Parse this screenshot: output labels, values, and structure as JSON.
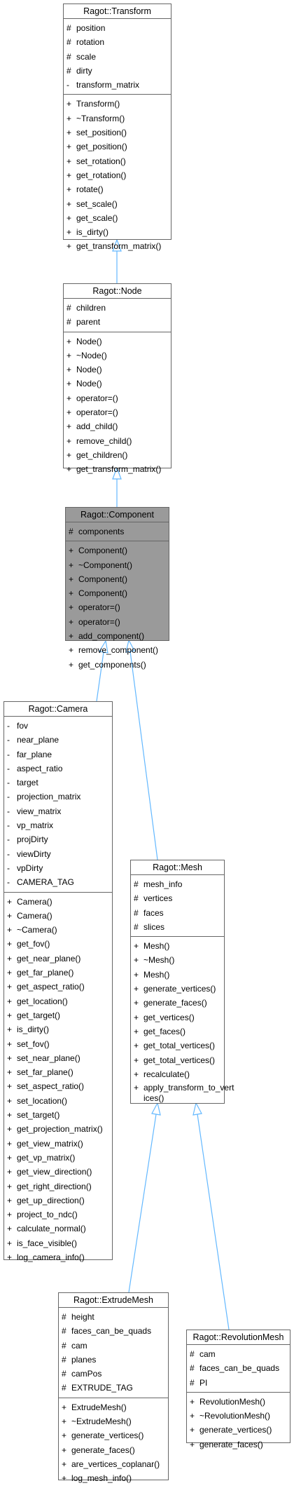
{
  "classes": {
    "transform": {
      "title": "Ragot::Transform",
      "attrs": [
        {
          "vis": "#",
          "name": "position"
        },
        {
          "vis": "#",
          "name": "rotation"
        },
        {
          "vis": "#",
          "name": "scale"
        },
        {
          "vis": "#",
          "name": "dirty"
        },
        {
          "vis": "-",
          "name": "transform_matrix"
        }
      ],
      "methods": [
        {
          "vis": "+",
          "name": "Transform()"
        },
        {
          "vis": "+",
          "name": "~Transform()"
        },
        {
          "vis": "+",
          "name": "set_position()"
        },
        {
          "vis": "+",
          "name": "get_position()"
        },
        {
          "vis": "+",
          "name": "set_rotation()"
        },
        {
          "vis": "+",
          "name": "get_rotation()"
        },
        {
          "vis": "+",
          "name": "rotate()"
        },
        {
          "vis": "+",
          "name": "set_scale()"
        },
        {
          "vis": "+",
          "name": "get_scale()"
        },
        {
          "vis": "+",
          "name": "is_dirty()"
        },
        {
          "vis": "+",
          "name": "get_transform_matrix()"
        }
      ]
    },
    "node": {
      "title": "Ragot::Node",
      "attrs": [
        {
          "vis": "#",
          "name": "children"
        },
        {
          "vis": "#",
          "name": "parent"
        }
      ],
      "methods": [
        {
          "vis": "+",
          "name": "Node()"
        },
        {
          "vis": "+",
          "name": "~Node()"
        },
        {
          "vis": "+",
          "name": "Node()"
        },
        {
          "vis": "+",
          "name": "Node()"
        },
        {
          "vis": "+",
          "name": "operator=()"
        },
        {
          "vis": "+",
          "name": "operator=()"
        },
        {
          "vis": "+",
          "name": "add_child()"
        },
        {
          "vis": "+",
          "name": "remove_child()"
        },
        {
          "vis": "+",
          "name": "get_children()"
        },
        {
          "vis": "+",
          "name": "get_transform_matrix()"
        }
      ]
    },
    "component": {
      "title": "Ragot::Component",
      "attrs": [
        {
          "vis": "#",
          "name": "components"
        }
      ],
      "methods": [
        {
          "vis": "+",
          "name": "Component()"
        },
        {
          "vis": "+",
          "name": "~Component()"
        },
        {
          "vis": "+",
          "name": "Component()"
        },
        {
          "vis": "+",
          "name": "Component()"
        },
        {
          "vis": "+",
          "name": "operator=()"
        },
        {
          "vis": "+",
          "name": "operator=()"
        },
        {
          "vis": "+",
          "name": "add_component()"
        },
        {
          "vis": "+",
          "name": "remove_component()"
        },
        {
          "vis": "+",
          "name": "get_components()"
        }
      ]
    },
    "camera": {
      "title": "Ragot::Camera",
      "attrs": [
        {
          "vis": "-",
          "name": "fov"
        },
        {
          "vis": "-",
          "name": "near_plane"
        },
        {
          "vis": "-",
          "name": "far_plane"
        },
        {
          "vis": "-",
          "name": "aspect_ratio"
        },
        {
          "vis": "-",
          "name": "target"
        },
        {
          "vis": "-",
          "name": "projection_matrix"
        },
        {
          "vis": "-",
          "name": "view_matrix"
        },
        {
          "vis": "-",
          "name": "vp_matrix"
        },
        {
          "vis": "-",
          "name": "projDirty"
        },
        {
          "vis": "-",
          "name": "viewDirty"
        },
        {
          "vis": "-",
          "name": "vpDirty"
        },
        {
          "vis": "-",
          "name": "CAMERA_TAG"
        }
      ],
      "methods": [
        {
          "vis": "+",
          "name": "Camera()"
        },
        {
          "vis": "+",
          "name": "Camera()"
        },
        {
          "vis": "+",
          "name": "~Camera()"
        },
        {
          "vis": "+",
          "name": "get_fov()"
        },
        {
          "vis": "+",
          "name": "get_near_plane()"
        },
        {
          "vis": "+",
          "name": "get_far_plane()"
        },
        {
          "vis": "+",
          "name": "get_aspect_ratio()"
        },
        {
          "vis": "+",
          "name": "get_location()"
        },
        {
          "vis": "+",
          "name": "get_target()"
        },
        {
          "vis": "+",
          "name": "is_dirty()"
        },
        {
          "vis": "+",
          "name": "set_fov()"
        },
        {
          "vis": "+",
          "name": "set_near_plane()"
        },
        {
          "vis": "+",
          "name": "set_far_plane()"
        },
        {
          "vis": "+",
          "name": "set_aspect_ratio()"
        },
        {
          "vis": "+",
          "name": "set_location()"
        },
        {
          "vis": "+",
          "name": "set_target()"
        },
        {
          "vis": "+",
          "name": "get_projection_matrix()"
        },
        {
          "vis": "+",
          "name": "get_view_matrix()"
        },
        {
          "vis": "+",
          "name": "get_vp_matrix()"
        },
        {
          "vis": "+",
          "name": "get_view_direction()"
        },
        {
          "vis": "+",
          "name": "get_right_direction()"
        },
        {
          "vis": "+",
          "name": "get_up_direction()"
        },
        {
          "vis": "+",
          "name": "project_to_ndc()"
        },
        {
          "vis": "+",
          "name": "calculate_normal()"
        },
        {
          "vis": "+",
          "name": "is_face_visible()"
        },
        {
          "vis": "+",
          "name": "log_camera_info()"
        }
      ]
    },
    "mesh": {
      "title": "Ragot::Mesh",
      "attrs": [
        {
          "vis": "#",
          "name": "mesh_info"
        },
        {
          "vis": "#",
          "name": "vertices"
        },
        {
          "vis": "#",
          "name": "faces"
        },
        {
          "vis": "#",
          "name": "slices"
        }
      ],
      "methods": [
        {
          "vis": "+",
          "name": "Mesh()"
        },
        {
          "vis": "+",
          "name": "~Mesh()"
        },
        {
          "vis": "+",
          "name": "Mesh()"
        },
        {
          "vis": "+",
          "name": "generate_vertices()"
        },
        {
          "vis": "+",
          "name": "generate_faces()"
        },
        {
          "vis": "+",
          "name": "get_vertices()"
        },
        {
          "vis": "+",
          "name": "get_faces()"
        },
        {
          "vis": "+",
          "name": "get_total_vertices()"
        },
        {
          "vis": "+",
          "name": "get_total_vertices()"
        },
        {
          "vis": "+",
          "name": "recalculate()"
        },
        {
          "vis": "+",
          "name": "apply_transform_to_vertices()"
        }
      ]
    },
    "extrude": {
      "title": "Ragot::ExtrudeMesh",
      "attrs": [
        {
          "vis": "#",
          "name": "height"
        },
        {
          "vis": "#",
          "name": "faces_can_be_quads"
        },
        {
          "vis": "#",
          "name": "cam"
        },
        {
          "vis": "#",
          "name": "planes"
        },
        {
          "vis": "#",
          "name": "camPos"
        },
        {
          "vis": "#",
          "name": "EXTRUDE_TAG"
        }
      ],
      "methods": [
        {
          "vis": "+",
          "name": "ExtrudeMesh()"
        },
        {
          "vis": "+",
          "name": "~ExtrudeMesh()"
        },
        {
          "vis": "+",
          "name": "generate_vertices()"
        },
        {
          "vis": "+",
          "name": "generate_faces()"
        },
        {
          "vis": "+",
          "name": "are_vertices_coplanar()"
        },
        {
          "vis": "+",
          "name": "log_mesh_info()"
        }
      ]
    },
    "revolution": {
      "title": "Ragot::RevolutionMesh",
      "attrs": [
        {
          "vis": "#",
          "name": "cam"
        },
        {
          "vis": "#",
          "name": "faces_can_be_quads"
        },
        {
          "vis": "#",
          "name": "PI"
        }
      ],
      "methods": [
        {
          "vis": "+",
          "name": "RevolutionMesh()"
        },
        {
          "vis": "+",
          "name": "~RevolutionMesh()"
        },
        {
          "vis": "+",
          "name": "generate_vertices()"
        },
        {
          "vis": "+",
          "name": "generate_faces()"
        }
      ]
    }
  },
  "colors": {
    "edge": "#63b8ff",
    "border": "#666666",
    "highlight_fill": "#9a9a9a"
  }
}
